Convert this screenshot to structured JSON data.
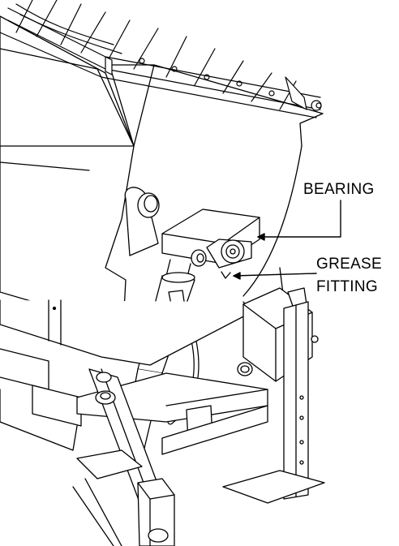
{
  "labels": {
    "bearing": "BEARING",
    "grease_line1": "GREASE",
    "grease_line2": "FITTING"
  },
  "colors": {
    "line": "#000000",
    "fill": "#ffffff",
    "shade": "#e8e8e8"
  }
}
